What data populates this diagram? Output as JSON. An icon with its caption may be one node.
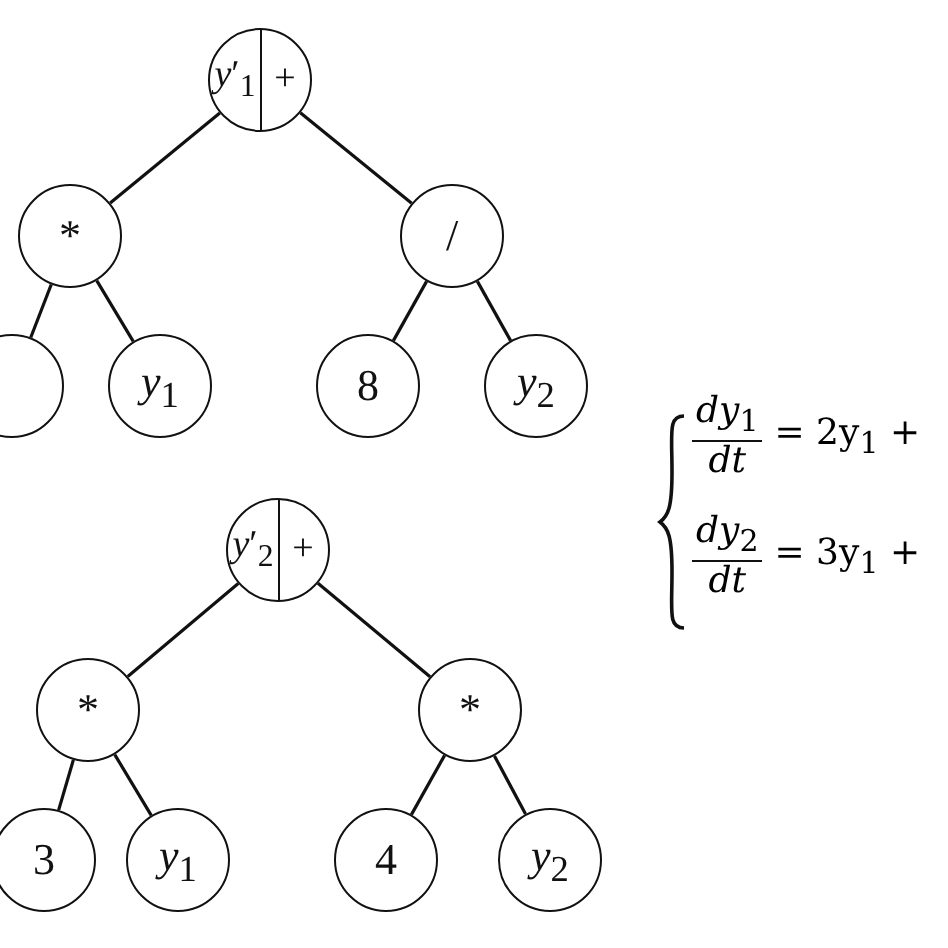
{
  "diagram": {
    "nodes": [
      {
        "text": [
          "*y*′$_{1}$",
          "+"
        ]
      },
      {
        "text": [
          "*"
        ]
      },
      {
        "text": [
          "/"
        ]
      },
      {
        "text": [],
        "shape": "circle"
      },
      {
        "text": [
          "*y*$_{1}$"
        ]
      },
      {
        "text": [
          "8"
        ]
      },
      {
        "text": [
          "*y*$_{2}$"
        ]
      },
      {
        "text": [
          "*y*′$_{2}$",
          "+"
        ]
      },
      {
        "text": [
          "*"
        ]
      },
      {
        "text": [
          "*"
        ]
      },
      {
        "text": [
          "3"
        ]
      },
      {
        "text": [
          "*y*$_{1}$"
        ]
      },
      {
        "text": [
          "4"
        ]
      },
      {
        "text": [
          "*y*$_{2}$"
        ]
      }
    ],
    "edges": [
      {
        "from": 0,
        "to": 1,
        "arrow": "none"
      },
      {
        "from": 0,
        "to": 2,
        "arrow": "none"
      },
      {
        "from": 1,
        "to": 3,
        "arrow": "none"
      },
      {
        "from": 1,
        "to": 4,
        "arrow": "none"
      },
      {
        "from": 2,
        "to": 5,
        "arrow": "none"
      },
      {
        "from": 2,
        "to": 6,
        "arrow": "none"
      },
      {
        "from": 7,
        "to": 8,
        "arrow": "none"
      },
      {
        "from": 7,
        "to": 9,
        "arrow": "none"
      },
      {
        "from": 8,
        "to": 10,
        "arrow": "none"
      },
      {
        "from": 8,
        "to": 11,
        "arrow": "none"
      },
      {
        "from": 9,
        "to": 12,
        "arrow": "none"
      },
      {
        "from": 9,
        "to": 13,
        "arrow": "none"
      }
    ],
    "labels": [
      "*dy*$_{1}$",
      "*dt*",
      "= 2y$_{1}$ +",
      "*dy*$_{2}$",
      "*dt*",
      "= 3y$_{1}$ +"
    ]
  }
}
